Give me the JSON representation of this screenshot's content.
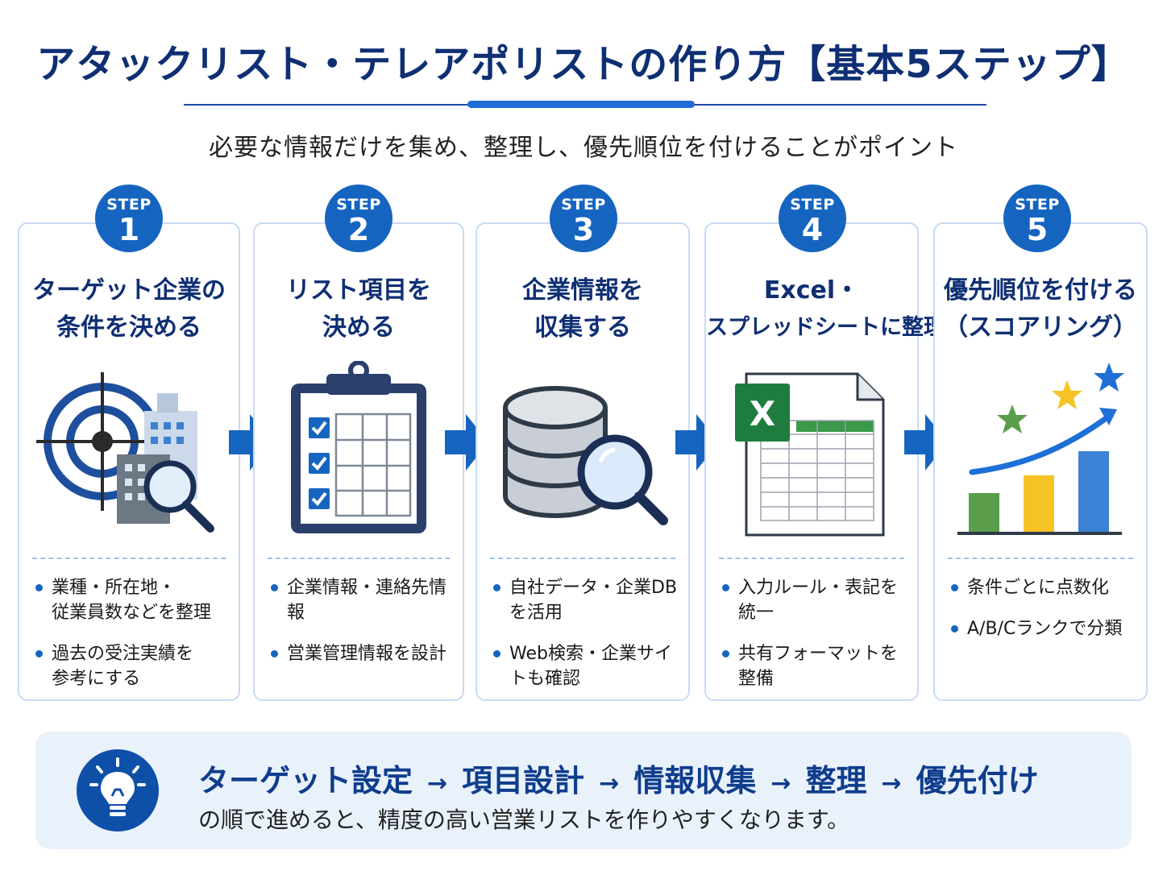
{
  "header": {
    "title": "アタックリスト・テレアポリストの作り方【基本5ステップ】",
    "subtitle": "必要な情報だけを集め、整理し、優先順位を付けることがポイント"
  },
  "steps": [
    {
      "badge_label": "STEP",
      "number": "1",
      "title_line1": "ターゲット企業の",
      "title_line2": "条件を決める",
      "icon": "target-building-magnifier-icon",
      "bullets": [
        "業種・所在地・\n従業員数などを整理",
        "過去の受注実績を\n参考にする"
      ]
    },
    {
      "badge_label": "STEP",
      "number": "2",
      "title_line1": "リスト項目を",
      "title_line2": "決める",
      "icon": "clipboard-checklist-icon",
      "bullets": [
        "企業情報・連絡先情報",
        "営業管理情報を設計"
      ]
    },
    {
      "badge_label": "STEP",
      "number": "3",
      "title_line1": "企業情報を",
      "title_line2": "収集する",
      "icon": "database-search-icon",
      "bullets": [
        "自社データ・企業DBを活用",
        "Web検索・企業サイトも確認"
      ]
    },
    {
      "badge_label": "STEP",
      "number": "4",
      "title_line1": "Excel・",
      "title_line2": "スプレッドシートに整理",
      "icon": "excel-spreadsheet-icon",
      "bullets": [
        "入力ルール・表記を統一",
        "共有フォーマットを整備"
      ]
    },
    {
      "badge_label": "STEP",
      "number": "5",
      "title_line1": "優先順位を付ける",
      "title_line2": "（スコアリング）",
      "icon": "bar-chart-stars-icon",
      "bullets": [
        "条件ごとに点数化",
        "A/B/Cランクで分類"
      ]
    }
  ],
  "summary": {
    "flow": [
      "ターゲット設定",
      "項目設計",
      "情報収集",
      "整理",
      "優先付け"
    ],
    "arrow": "→",
    "note": "の順で進めると、精度の高い営業リストを作りやすくなります。",
    "icon": "lightbulb-icon"
  },
  "colors": {
    "primary": "#1565c0",
    "title": "#0f2f73",
    "card_border": "#c8daf4",
    "summary_bg": "#e9f1fb",
    "green": "#5a9e4b",
    "yellow": "#f6c324",
    "blue_bar": "#3b82d6"
  }
}
